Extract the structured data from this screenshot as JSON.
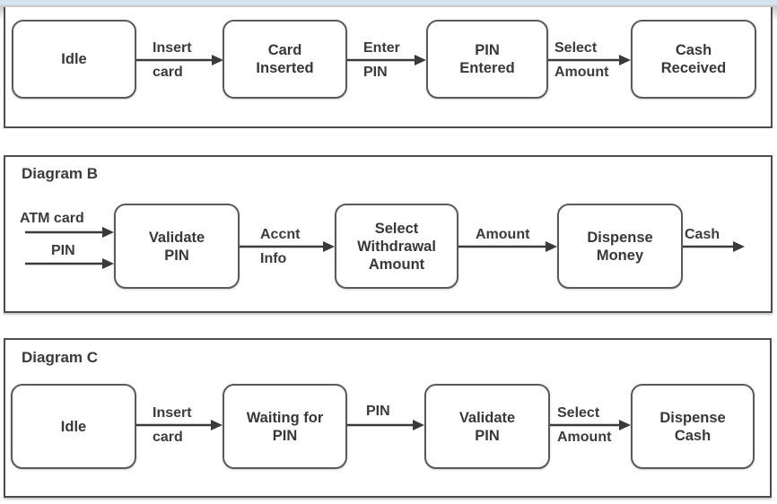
{
  "page": {
    "top_strip_color": "#d3e5ea",
    "background": "#ffffff",
    "panel_border_color": "#4e4e4e",
    "box_border_color": "#5a5a5a",
    "text_color": "#3b3b3b"
  },
  "panel_a": {
    "states": [
      {
        "lines": [
          "Idle"
        ]
      },
      {
        "lines": [
          "Card",
          "Inserted"
        ]
      },
      {
        "lines": [
          "PIN",
          "Entered"
        ]
      },
      {
        "lines": [
          "Cash",
          "Received"
        ]
      }
    ],
    "transitions": [
      {
        "top": "Insert",
        "bottom": "card"
      },
      {
        "top": "Enter",
        "bottom": "PIN"
      },
      {
        "top": "Select",
        "bottom": "Amount"
      }
    ]
  },
  "panel_b": {
    "label": "Diagram B",
    "inputs": [
      {
        "label": "ATM card"
      },
      {
        "label": "PIN"
      }
    ],
    "processes": [
      {
        "lines": [
          "Validate",
          "PIN"
        ]
      },
      {
        "lines": [
          "Select",
          "Withdrawal",
          "Amount"
        ]
      },
      {
        "lines": [
          "Dispense",
          "Money"
        ]
      }
    ],
    "flows": [
      {
        "top": "Accnt",
        "bottom": "Info"
      },
      {
        "top": "Amount",
        "bottom": ""
      }
    ],
    "output": {
      "label": "Cash"
    }
  },
  "panel_c": {
    "label": "Diagram C",
    "states": [
      {
        "lines": [
          "Idle"
        ]
      },
      {
        "lines": [
          "Waiting for",
          "PIN"
        ]
      },
      {
        "lines": [
          "Validate",
          "PIN"
        ]
      },
      {
        "lines": [
          "Dispense",
          "Cash"
        ]
      }
    ],
    "transitions": [
      {
        "top": "Insert",
        "bottom": "card"
      },
      {
        "top": "PIN",
        "bottom": ""
      },
      {
        "top": "Select",
        "bottom": "Amount"
      }
    ]
  }
}
